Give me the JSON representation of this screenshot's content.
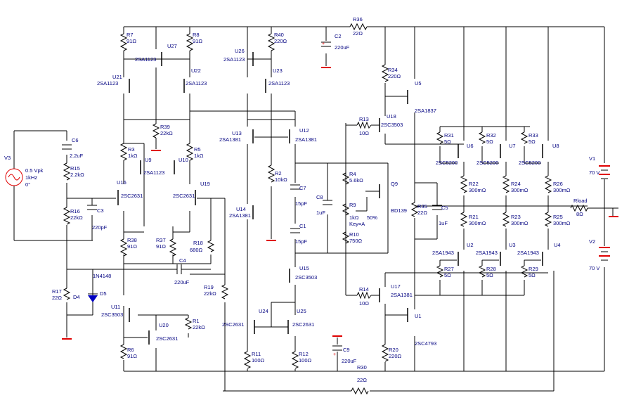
{
  "source": {
    "V3": "V3",
    "amp": "0.5 Vpk",
    "freq": "1kHz",
    "phase": "0°"
  },
  "supplies": {
    "V1": "V1",
    "V1v": "70 V",
    "V2": "V2",
    "V2v": "70 V"
  },
  "resistors": [
    {
      "id": "R7",
      "v": "91Ω"
    },
    {
      "id": "R8",
      "v": "91Ω"
    },
    {
      "id": "R40",
      "v": "220Ω"
    },
    {
      "id": "R36",
      "v": "22Ω"
    },
    {
      "id": "R34",
      "v": "220Ω"
    },
    {
      "id": "R39",
      "v": "22kΩ"
    },
    {
      "id": "R3",
      "v": "1kΩ"
    },
    {
      "id": "R5",
      "v": "1kΩ"
    },
    {
      "id": "R15",
      "v": "2.2kΩ"
    },
    {
      "id": "R16",
      "v": "22kΩ"
    },
    {
      "id": "R2",
      "v": "10kΩ"
    },
    {
      "id": "R13",
      "v": "10Ω"
    },
    {
      "id": "R4",
      "v": "5.6kΩ"
    },
    {
      "id": "R9",
      "v": "1kΩ"
    },
    {
      "id": "R10",
      "v": "750Ω"
    },
    {
      "id": "R35",
      "v": "22Ω"
    },
    {
      "id": "R31",
      "v": "5Ω"
    },
    {
      "id": "R32",
      "v": "5Ω"
    },
    {
      "id": "R33",
      "v": "5Ω"
    },
    {
      "id": "R22",
      "v": "300mΩ"
    },
    {
      "id": "R24",
      "v": "300mΩ"
    },
    {
      "id": "R26",
      "v": "300mΩ"
    },
    {
      "id": "R21",
      "v": "300mΩ"
    },
    {
      "id": "R23",
      "v": "300mΩ"
    },
    {
      "id": "R25",
      "v": "300mΩ"
    },
    {
      "id": "Rload",
      "v": "8Ω"
    },
    {
      "id": "R38",
      "v": "91Ω"
    },
    {
      "id": "R37",
      "v": "91Ω"
    },
    {
      "id": "R18",
      "v": "680Ω"
    },
    {
      "id": "R17",
      "v": "22Ω"
    },
    {
      "id": "R19",
      "v": "22kΩ"
    },
    {
      "id": "R14",
      "v": "10Ω"
    },
    {
      "id": "R27",
      "v": "5Ω"
    },
    {
      "id": "R28",
      "v": "5Ω"
    },
    {
      "id": "R29",
      "v": "5Ω"
    },
    {
      "id": "R1",
      "v": "22kΩ"
    },
    {
      "id": "R6",
      "v": "91Ω"
    },
    {
      "id": "R11",
      "v": "100Ω"
    },
    {
      "id": "R12",
      "v": "100Ω"
    },
    {
      "id": "R20",
      "v": "220Ω"
    },
    {
      "id": "R30",
      "v": "22Ω"
    }
  ],
  "capacitors": [
    {
      "id": "C2",
      "v": "220uF"
    },
    {
      "id": "C6",
      "v": "2.2uF"
    },
    {
      "id": "C3",
      "v": "220pF"
    },
    {
      "id": "C7",
      "v": "15pF"
    },
    {
      "id": "C8",
      "v": "1uF"
    },
    {
      "id": "C1",
      "v": "15pF"
    },
    {
      "id": "C5",
      "v": "1uF"
    },
    {
      "id": "C4",
      "v": "220uF"
    },
    {
      "id": "C9",
      "v": "220uF"
    }
  ],
  "transistors": [
    {
      "id": "U27",
      "p": "2SA1123"
    },
    {
      "id": "U21",
      "p": "2SA1123"
    },
    {
      "id": "U22",
      "p": "2SA1123"
    },
    {
      "id": "U26",
      "p": "2SA1123"
    },
    {
      "id": "U23",
      "p": "2SA1123"
    },
    {
      "id": "U9",
      "p": "2SA1123"
    },
    {
      "id": "U16",
      "p": "2SC2631"
    },
    {
      "id": "U10",
      "p": "2SC2631"
    },
    {
      "id": "U19",
      "p": ""
    },
    {
      "id": "U13",
      "p": "2SA1381"
    },
    {
      "id": "U12",
      "p": "2SA1381"
    },
    {
      "id": "U14",
      "p": "2SA1381"
    },
    {
      "id": "U15",
      "p": "2SC3503"
    },
    {
      "id": "U24",
      "p": "2SC2631"
    },
    {
      "id": "U25",
      "p": "2SC2631"
    },
    {
      "id": "U11",
      "p": "2SC3503"
    },
    {
      "id": "U20",
      "p": "2SC2631"
    },
    {
      "id": "U18",
      "p": "2SC3503"
    },
    {
      "id": "U5",
      "p": "2SA1837"
    },
    {
      "id": "Q9",
      "p": "BD139"
    },
    {
      "id": "U17",
      "p": "2SA1381"
    },
    {
      "id": "U1",
      "p": "2SC4793"
    },
    {
      "id": "U6",
      "p": "2SC5200"
    },
    {
      "id": "U7",
      "p": "2SC5200"
    },
    {
      "id": "U8",
      "p": "2SC5200"
    },
    {
      "id": "U2",
      "p": "2SA1943"
    },
    {
      "id": "U3",
      "p": "2SA1943"
    },
    {
      "id": "U4",
      "p": "2SA1943"
    }
  ],
  "diodes": {
    "D4": "D4",
    "D5": "D5",
    "D5p": "1N4148"
  },
  "pot": {
    "pct": "50%",
    "key": "Key=A"
  }
}
